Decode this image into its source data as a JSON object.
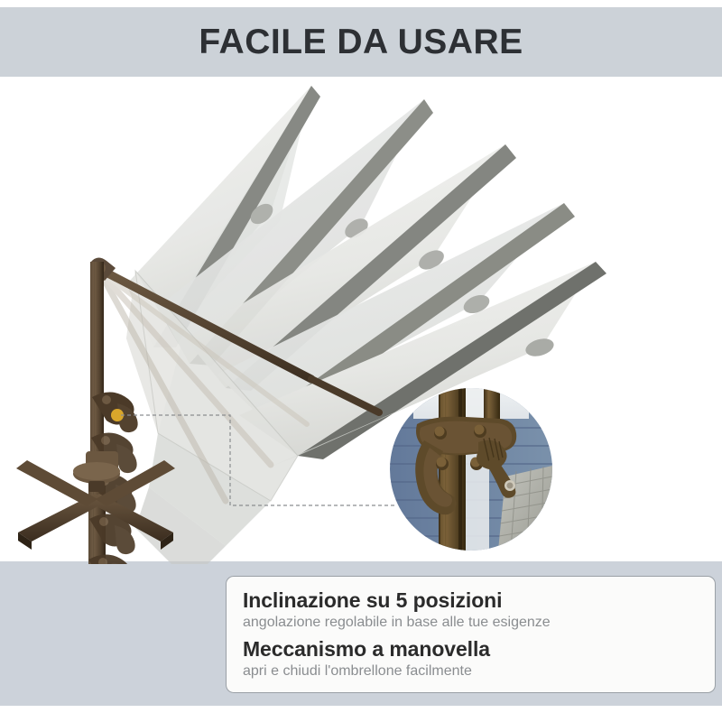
{
  "header": {
    "title": "FACILE DA USARE",
    "band_color": "#ccd2d8",
    "title_color": "#2d3034"
  },
  "lower_band": {
    "color": "#ccd2da"
  },
  "product": {
    "name": "cantilever-patio-umbrella",
    "canopy_color": "#e8e9e6",
    "rib_color": "#7d7f7a",
    "frame_color": "#5b4a3a",
    "marker_color": "#d9a62b",
    "tilt_positions": 5,
    "description": "Ombrellone a braccio laterale mostrato in 5 posizioni di inclinazione"
  },
  "detail_inset": {
    "name": "crank-mechanism-closeup",
    "subject": "meccanismo a manovella",
    "siding_color": "#6d86a0",
    "hardware_color": "#6a5334",
    "wicker_color": "#b9bab4"
  },
  "callout": {
    "line_color": "#8a8d90",
    "style": "dashed"
  },
  "features": [
    {
      "heading": "Inclinazione su 5 posizioni",
      "sub": "angolazione regolabile in base alle tue esigenze"
    },
    {
      "heading": "Meccanismo a manovella",
      "sub": "apri e chiudi l'ombrellone facilmente"
    }
  ]
}
